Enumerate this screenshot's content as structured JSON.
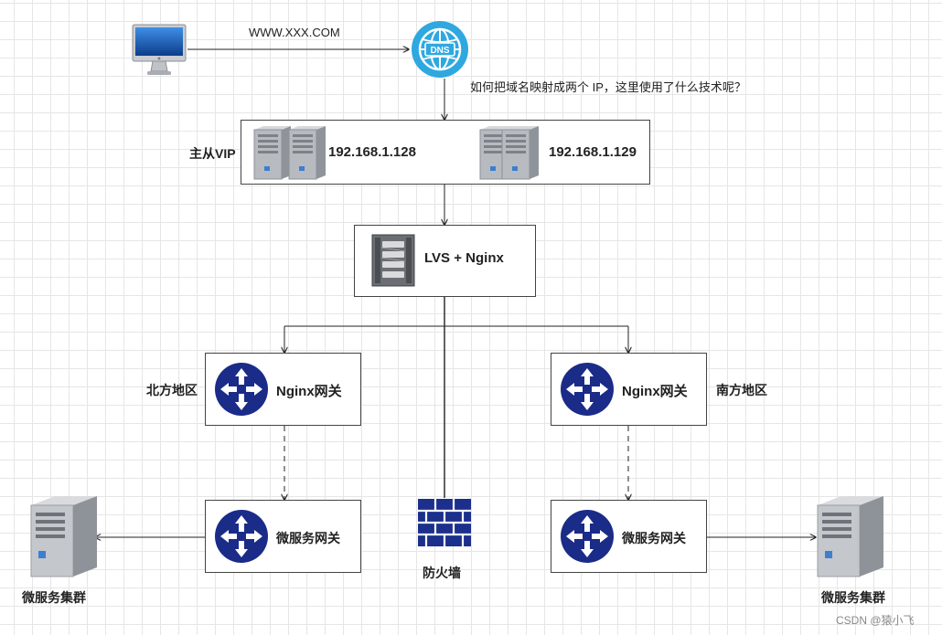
{
  "client": {
    "icon": "desktop-computer-icon",
    "url_label": "WWW.XXX.COM"
  },
  "dns": {
    "icon": "dns-globe-icon",
    "icon_text": "DNS",
    "question": "如何把域名映射成两个 IP，这里使用了什么技术呢？"
  },
  "vip": {
    "label": "主从VIP",
    "icon": "server-rack-icon",
    "servers": [
      "192.168.1.128",
      "192.168.1.129"
    ]
  },
  "lb": {
    "label": "LVS + Nginx",
    "icon": "load-balancer-icon"
  },
  "regions": {
    "north": {
      "label": "北方地区",
      "nginx_gateway": "Nginx网关",
      "micro_gateway": "微服务网关",
      "cluster_label": "微服务集群"
    },
    "south": {
      "label": "南方地区",
      "nginx_gateway": "Nginx网关",
      "micro_gateway": "微服务网关",
      "cluster_label": "微服务集群"
    }
  },
  "router_icon": "router-icon",
  "firewall": {
    "label": "防火墙",
    "icon": "firewall-brick-icon"
  },
  "watermark": "CSDN @猿小飞",
  "colors": {
    "dns_blue": "#2fa8e0",
    "router_navy": "#1a2b88",
    "firewall_navy": "#1c2f8c",
    "line": "#222222"
  }
}
